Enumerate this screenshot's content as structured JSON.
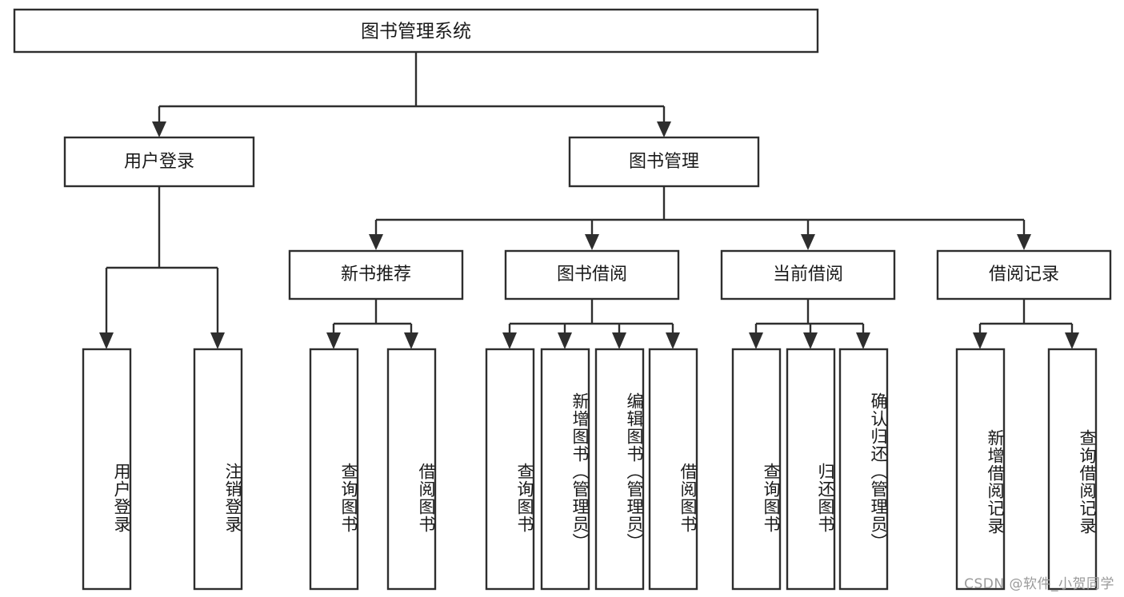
{
  "diagram": {
    "title_node": {
      "label": "图书管理系统"
    },
    "level2": [
      {
        "id": "user-login",
        "label": "用户登录"
      },
      {
        "id": "book-management",
        "label": "图书管理"
      }
    ],
    "level3": [
      {
        "id": "new-book-recommend",
        "label": "新书推荐",
        "parent": "book-management"
      },
      {
        "id": "book-borrow",
        "label": "图书借阅",
        "parent": "book-management"
      },
      {
        "id": "current-borrow",
        "label": "当前借阅",
        "parent": "book-management"
      },
      {
        "id": "borrow-record",
        "label": "借阅记录",
        "parent": "book-management"
      }
    ],
    "leaves": [
      {
        "id": "leaf-user-login",
        "label": "用户登录",
        "parent": "user-login"
      },
      {
        "id": "leaf-logout-login",
        "label": "注销登录",
        "parent": "user-login"
      },
      {
        "id": "leaf-query-book-1",
        "label": "查询图书",
        "parent": "new-book-recommend"
      },
      {
        "id": "leaf-borrow-book-1",
        "label": "借阅图书",
        "parent": "new-book-recommend"
      },
      {
        "id": "leaf-query-book-2",
        "label": "查询图书",
        "parent": "book-borrow"
      },
      {
        "id": "leaf-add-book",
        "label": "新增图书（管理员）",
        "parent": "book-borrow"
      },
      {
        "id": "leaf-edit-book",
        "label": "编辑图书（管理员）",
        "parent": "book-borrow"
      },
      {
        "id": "leaf-borrow-book-2",
        "label": "借阅图书",
        "parent": "book-borrow"
      },
      {
        "id": "leaf-query-book-3",
        "label": "查询图书",
        "parent": "current-borrow"
      },
      {
        "id": "leaf-return-book",
        "label": "归还图书",
        "parent": "current-borrow"
      },
      {
        "id": "leaf-confirm-return",
        "label": "确认归还（管理员）",
        "parent": "current-borrow"
      },
      {
        "id": "leaf-add-record",
        "label": "新增借阅记录",
        "parent": "borrow-record"
      },
      {
        "id": "leaf-query-record",
        "label": "查询借阅记录",
        "parent": "borrow-record"
      }
    ],
    "watermark": "CSDN @软件_小贺同学",
    "colors": {
      "stroke": "#2e2e2e",
      "fill": "#ffffff",
      "text": "#1a1a1a",
      "watermark": "#9a9a9a"
    }
  }
}
